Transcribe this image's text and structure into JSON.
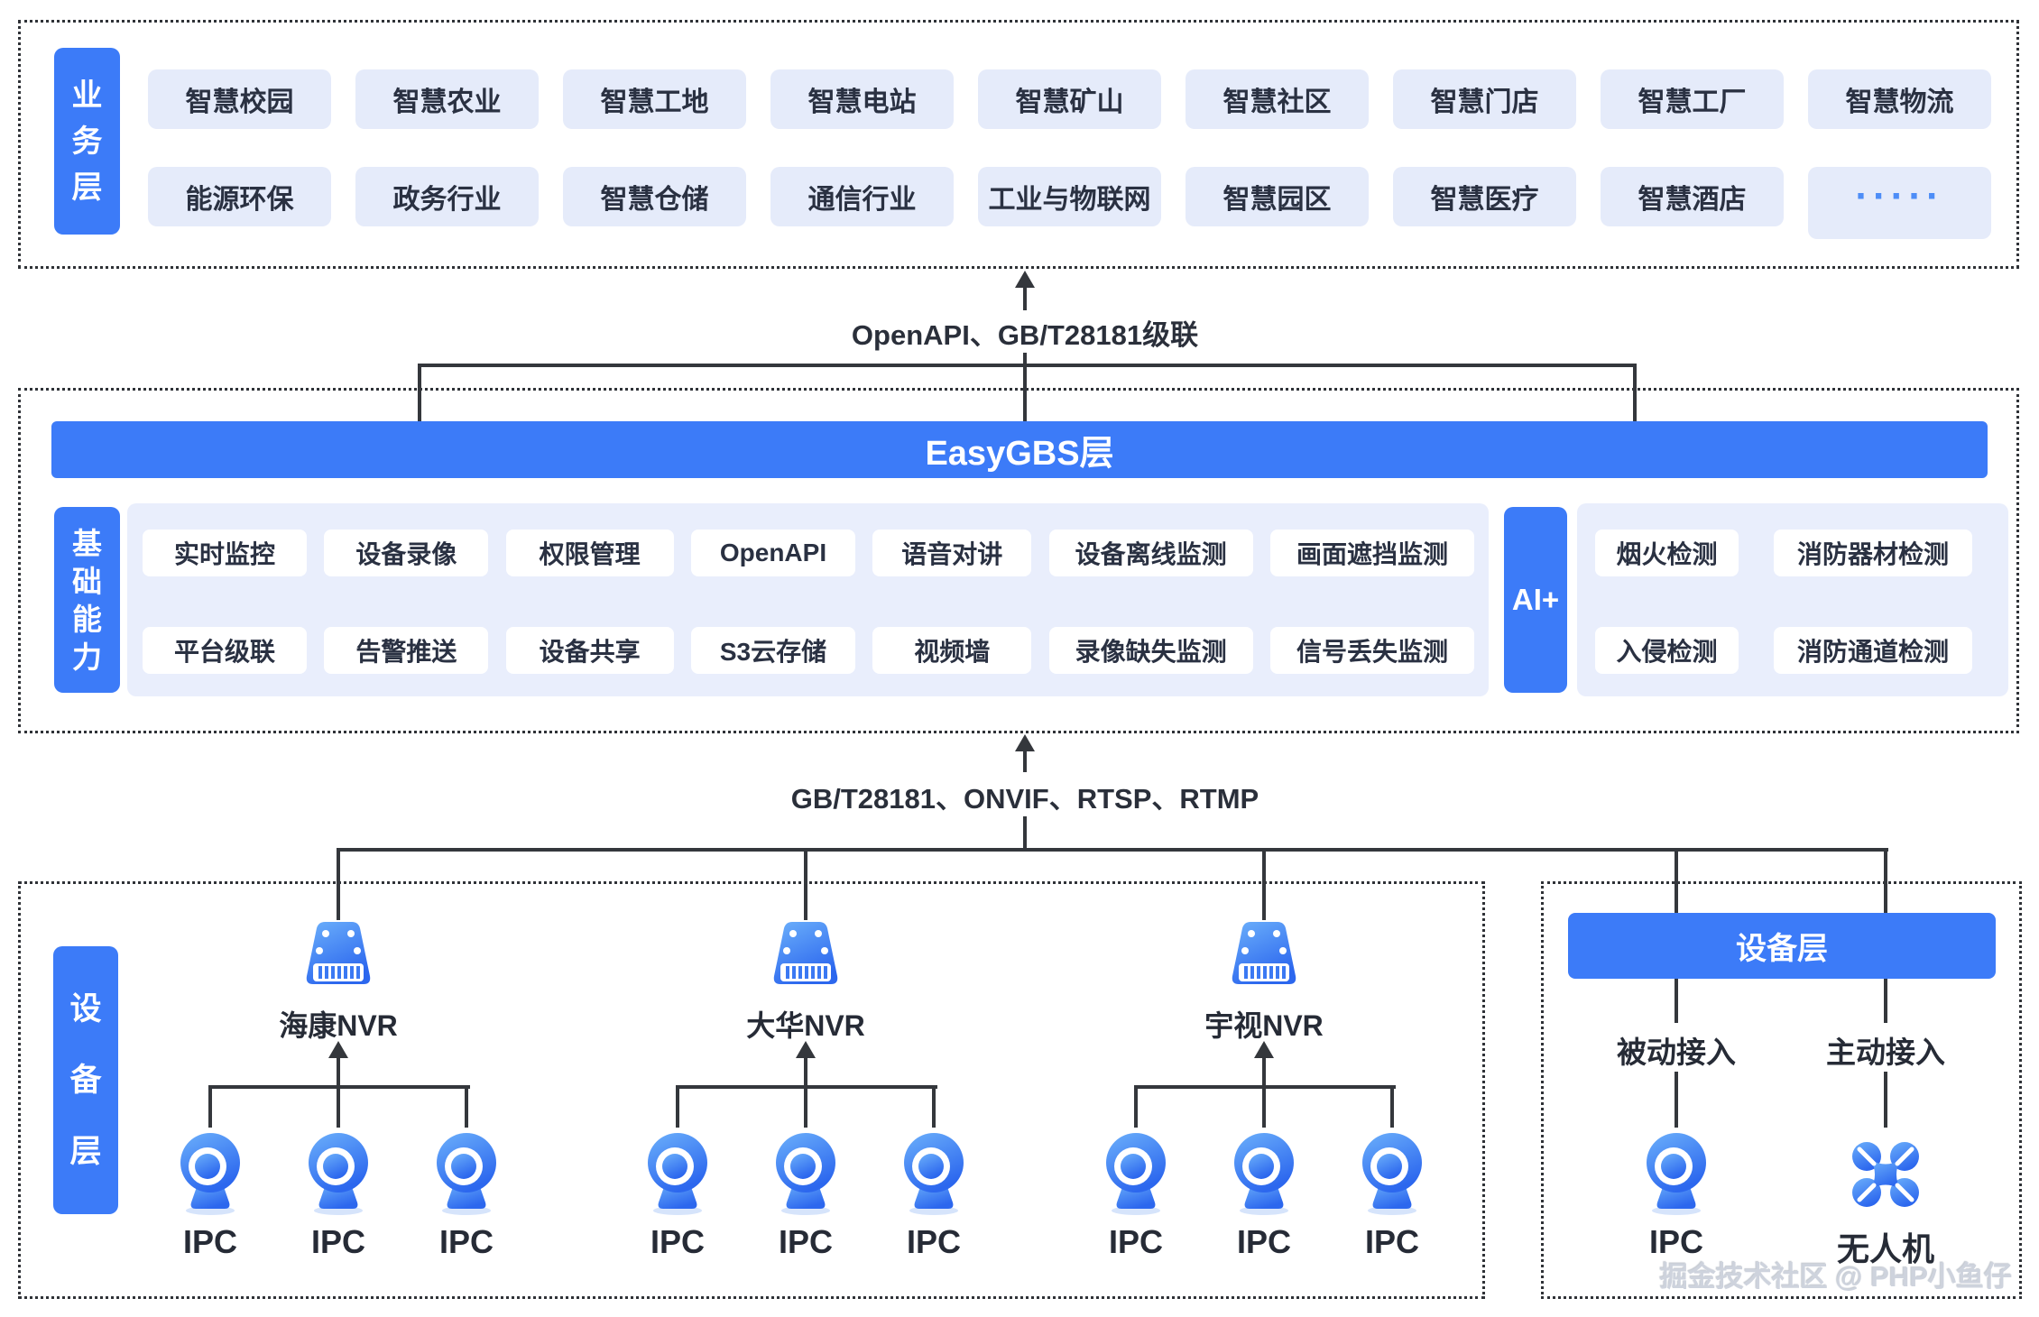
{
  "business_layer": {
    "label": "业务层",
    "rows": [
      [
        "智慧校园",
        "智慧农业",
        "智慧工地",
        "智慧电站",
        "智慧矿山",
        "智慧社区",
        "智慧门店",
        "智慧工厂",
        "智慧物流"
      ],
      [
        "能源环保",
        "政务行业",
        "智慧仓储",
        "通信行业",
        "工业与物联网",
        "智慧园区",
        "智慧医疗",
        "智慧酒店",
        "·····"
      ]
    ]
  },
  "connector_top": {
    "label": "OpenAPI、GB/T28181级联"
  },
  "easygbs": {
    "label": "EasyGBS层"
  },
  "capability": {
    "label": "基础能力",
    "rows": [
      [
        "实时监控",
        "设备录像",
        "权限管理",
        "OpenAPI",
        "语音对讲",
        "设备离线监测",
        "画面遮挡监测"
      ],
      [
        "平台级联",
        "告警推送",
        "设备共享",
        "S3云存储",
        "视频墙",
        "录像缺失监测",
        "信号丢失监测"
      ]
    ]
  },
  "ai": {
    "label": "AI+",
    "rows": [
      [
        "烟火检测",
        "消防器材检测"
      ],
      [
        "入侵检测",
        "消防通道检测"
      ]
    ]
  },
  "connector_bottom": {
    "label": "GB/T28181、ONVIF、RTSP、RTMP"
  },
  "device_layer_left": {
    "label": "设备层",
    "groups": [
      {
        "nvr": "海康NVR",
        "cameras": [
          "IPC",
          "IPC",
          "IPC"
        ]
      },
      {
        "nvr": "大华NVR",
        "cameras": [
          "IPC",
          "IPC",
          "IPC"
        ]
      },
      {
        "nvr": "宇视NVR",
        "cameras": [
          "IPC",
          "IPC",
          "IPC"
        ]
      }
    ]
  },
  "device_layer_right": {
    "header": "设备层",
    "items": [
      {
        "access": "被动接入",
        "device": "IPC",
        "icon": "ipc-camera-icon"
      },
      {
        "access": "主动接入",
        "device": "无人机",
        "icon": "drone-icon"
      }
    ]
  },
  "watermark": "掘金技术社区 @ PHP小鱼仔",
  "colors": {
    "accent": "#3c7bf8",
    "chip_bg": "#e5ebfa",
    "panel_bg": "#e9eefc",
    "line": "#34373c",
    "icon_gradient_start": "#66adfa",
    "icon_gradient_end": "#2c67ee"
  }
}
